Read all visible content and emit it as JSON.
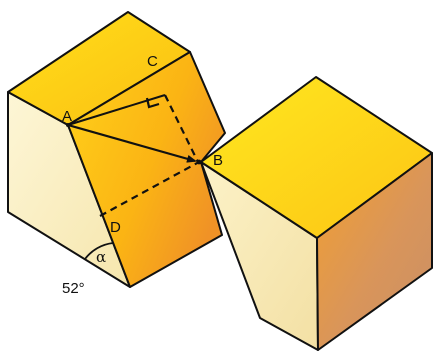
{
  "labels": {
    "point_a": "A",
    "point_b": "B",
    "point_c": "C",
    "point_d": "D",
    "angle_symbol": "α",
    "angle_value": "52°"
  },
  "colors": {
    "outline": "#111111",
    "cream_light": "#fdf4cf",
    "cream_mid": "#f7e8b0",
    "cream_dark": "#efd79a",
    "gold_light": "#ffe620",
    "gold_mid": "#fcc20f",
    "orange": "#f29a26",
    "copper": "#cf8f5a"
  }
}
